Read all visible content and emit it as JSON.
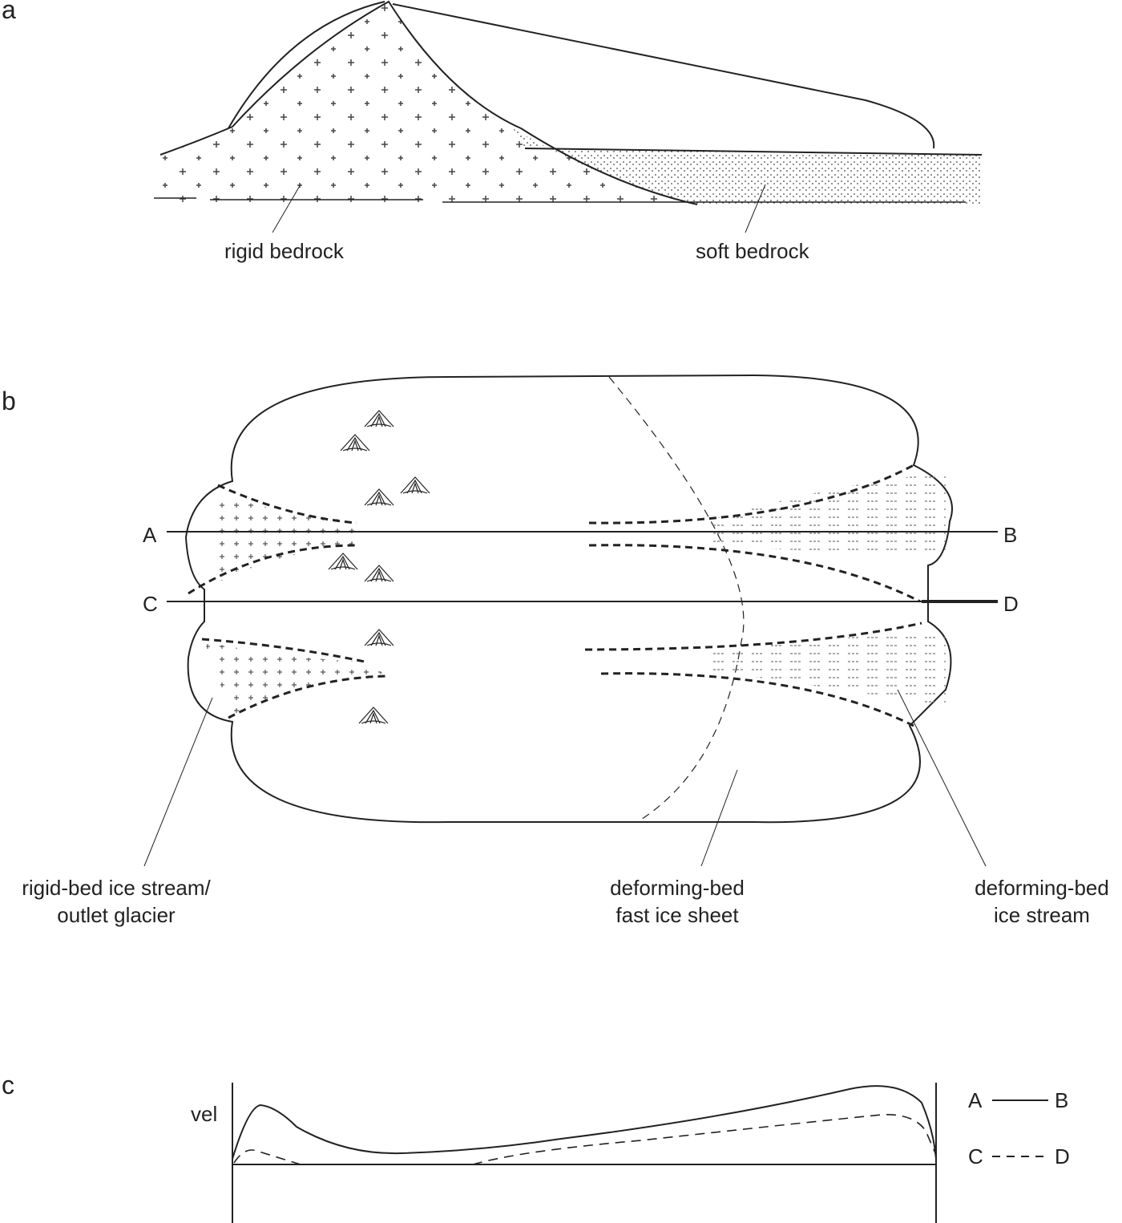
{
  "panels": {
    "a": "a",
    "b": "b",
    "c": "c"
  },
  "panel_a": {
    "rigid": "rigid bedrock",
    "soft": "soft bedrock"
  },
  "panel_b": {
    "line_labels": {
      "A": "A",
      "B": "B",
      "C": "C",
      "D": "D"
    },
    "rigid_label_1": "rigid-bed ice stream/",
    "rigid_label_2": "outlet glacier",
    "fast_label_1": "deforming-bed",
    "fast_label_2": "fast ice sheet",
    "stream_label_1": "deforming-bed",
    "stream_label_2": "ice stream"
  },
  "panel_c": {
    "ylabel": "vel",
    "legend": [
      {
        "from": "A",
        "to": "B",
        "style": "solid"
      },
      {
        "from": "C",
        "to": "D",
        "style": "dashed"
      }
    ]
  }
}
